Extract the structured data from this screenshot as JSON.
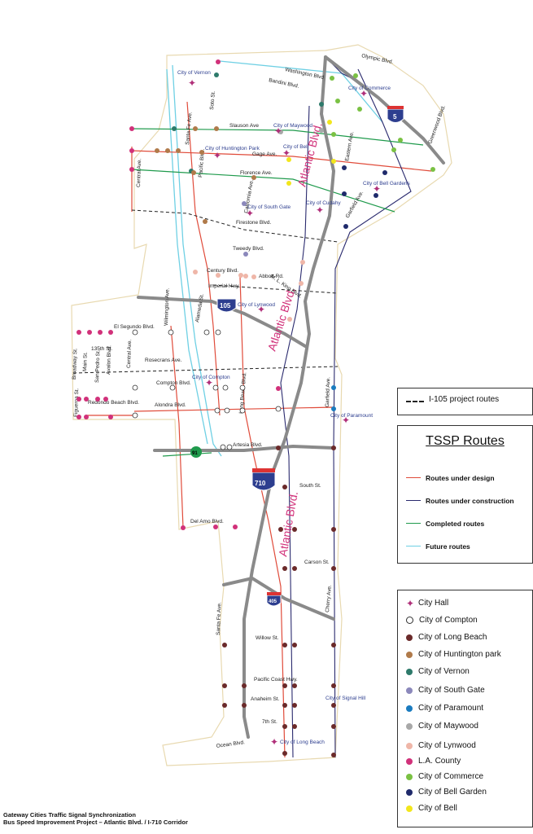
{
  "map": {
    "streets": {
      "olympic": "Olympic Blvd.",
      "washington": "Washington Blvd",
      "bandini": "Bandini Blvd.",
      "soto": "Soto St.",
      "slauson": "Slauson Ave",
      "santa_fe": "Santa Fe Ave.",
      "gage": "Gage Ave.",
      "pacific": "Pacific Blvd.",
      "central": "Central Ave.",
      "florence": "Florence Ave.",
      "california": "California Ave.",
      "firestone": "Firestone Blvd.",
      "tweedy": "Tweedy Blvd.",
      "century": "Century Blvd.",
      "abbott": "Abbott Rd.",
      "imperial": "Imperial Hwy.",
      "mlk": "M. L. King Blvd.",
      "alameda": "Alameda St.",
      "wilmington": "Wilmington Ave.",
      "el_segundo": "El Segundo Blvd.",
      "s135": "135th St.",
      "broadway": "Broadway St.",
      "main": "Main St.",
      "avalon": "Avalon Blvd.",
      "san_pedro": "San Pedro St.",
      "central2": "Central Ave.",
      "rosecrans": "Rosecrans Ave.",
      "compton": "Compton Blvd.",
      "redondo": "Redondo Beach Blvd.",
      "figueroa": "Figueroa St.",
      "alondra": "Alondra Blvd.",
      "long_beach": "Long Beach Blvd.",
      "garfield": "Garfield Ave.",
      "garfield2": "Garfield Ave.",
      "artesia": "Artesia Blvd.",
      "south": "South St.",
      "del_amo": "Del Amo Blvd.",
      "carson": "Carson St.",
      "cherry": "Cherry Ave.",
      "santa_fe2": "Santa Fe Ave.",
      "willow": "Willow St.",
      "pch": "Pacific Coast Hwy.",
      "anaheim": "Anaheim St.",
      "s7": "7th St.",
      "ocean": "Ocean Blvd.",
      "eastern": "Eastern Ave.",
      "greenwood": "Greenwood Blvd."
    },
    "cities": {
      "vernon": "City of Vernon",
      "commerce": "City of Commerce",
      "maywood": "City of Maywood",
      "huntington": "City of Huntington Park",
      "bell": "City of Bell",
      "bell_gardens": "City of Bell Gardens",
      "south_gate": "City of South Gate",
      "cudahy": "City of Cudahy",
      "lynwood": "City of Lynwood",
      "compton": "City of Compton",
      "paramount": "City of Paramount",
      "signal_hill": "City of Signal Hill",
      "long_beach": "City of Long Beach"
    },
    "corridor": {
      "atlantic_1": "Atlantic Blvd.",
      "atlantic_2": "Atlantic Blvd.",
      "atlantic_3": "Atlantic Blvd."
    },
    "shields": {
      "i5": "5",
      "i105": "105",
      "i710": "710",
      "i405": "405",
      "sr91": "91"
    }
  },
  "legend_i105": {
    "label": "I-105 project routes"
  },
  "tssp": {
    "title": "TSSP Routes",
    "rows": [
      {
        "label": "Routes under design",
        "color": "#e04b3a"
      },
      {
        "label": "Routes under construction",
        "color": "#2a2a6e"
      },
      {
        "label": "Completed routes",
        "color": "#1f9a4c"
      },
      {
        "label": "Future routes",
        "color": "#6fd0e4"
      }
    ]
  },
  "legend": {
    "items": [
      {
        "label": "City Hall",
        "color": "#b0307a",
        "kind": "hall",
        "icon": "city-hall-icon"
      },
      {
        "label": "City of Compton",
        "color": "#ffffff",
        "kind": "open"
      },
      {
        "label": "City of Long Beach",
        "color": "#6b2a2a"
      },
      {
        "label": "City of Huntington park",
        "color": "#b07a4a"
      },
      {
        "label": "City of Vernon",
        "color": "#2e7a6b"
      },
      {
        "label": "City of South Gate",
        "color": "#8b88bb"
      },
      {
        "label": "City of Paramount",
        "color": "#1a7bbf"
      },
      {
        "label": "City of Maywood",
        "color": "#a8a8a8"
      },
      {
        "label": "City of Lynwood",
        "color": "#efb6a8"
      },
      {
        "label": "L.A. County",
        "color": "#d1317a"
      },
      {
        "label": "City of Commerce",
        "color": "#7ac143"
      },
      {
        "label": "City of Bell Garden",
        "color": "#1f2a6b"
      },
      {
        "label": "City of Bell",
        "color": "#f2e61c"
      }
    ]
  },
  "footer": {
    "line1": "Gateway Cities Traffic Signal Synchronization",
    "line2": "Bus Speed Improvement Project – Atlantic Blvd. / I-710 Corridor"
  }
}
